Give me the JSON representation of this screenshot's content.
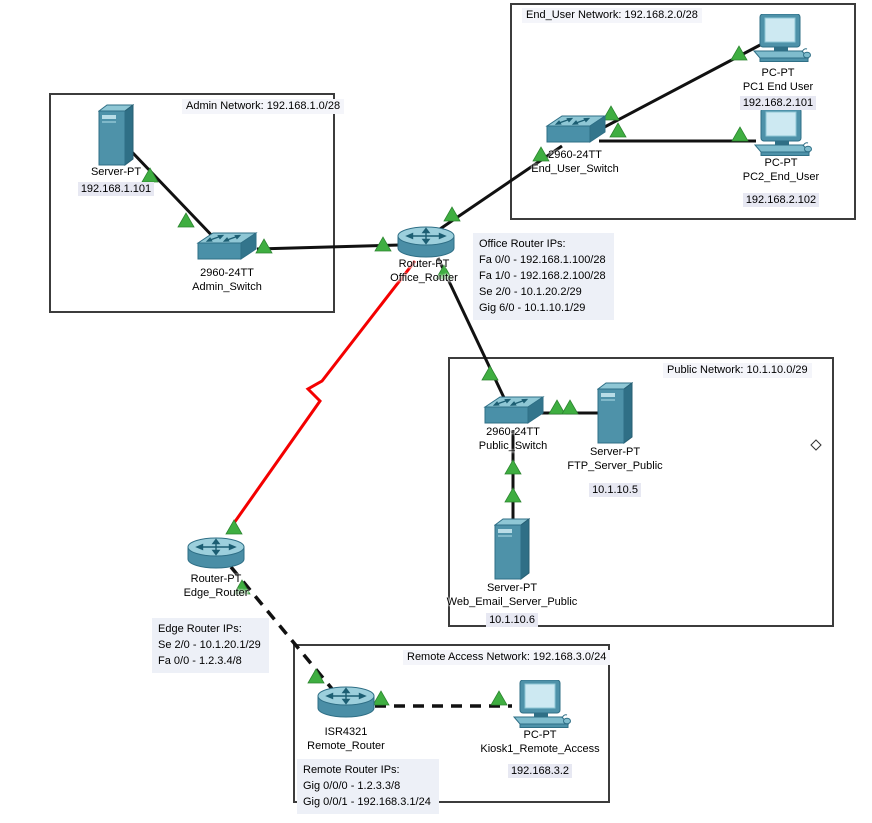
{
  "networks": [
    {
      "id": "admin",
      "label": "Admin Network: 192.168.1.0/28"
    },
    {
      "id": "end-user",
      "label": "End_User Network: 192.168.2.0/28"
    },
    {
      "id": "public",
      "label": "Public Network: 10.1.10.0/29"
    },
    {
      "id": "remote",
      "label": "Remote Access Network: 192.168.3.0/24"
    }
  ],
  "devices": [
    {
      "id": "admin-server",
      "type": "server",
      "model": "Server-PT",
      "ip": "192.168.1.101"
    },
    {
      "id": "admin-switch",
      "type": "switch",
      "model": "2960-24TT",
      "name": "Admin_Switch"
    },
    {
      "id": "office-router",
      "type": "router",
      "model": "Router-PT",
      "name": "Office_Router"
    },
    {
      "id": "end-user-switch",
      "type": "switch",
      "model": "2960-24TT",
      "name": "End_User_Switch"
    },
    {
      "id": "pc1",
      "type": "pc",
      "model": "PC-PT",
      "name": "PC1 End User",
      "ip": "192.168.2.101"
    },
    {
      "id": "pc2",
      "type": "pc",
      "model": "PC-PT",
      "name": "PC2_End_User",
      "ip": "192.168.2.102"
    },
    {
      "id": "public-switch",
      "type": "switch",
      "model": "2960-24TT",
      "name": "Public_Switch"
    },
    {
      "id": "ftp-server",
      "type": "server",
      "model": "Server-PT",
      "name": "FTP_Server_Public",
      "ip": "10.1.10.5"
    },
    {
      "id": "web-server",
      "type": "server",
      "model": "Server-PT",
      "name": "Web_Email_Server_Public",
      "ip": "10.1.10.6"
    },
    {
      "id": "edge-router",
      "type": "router",
      "model": "Router-PT",
      "name": "Edge_Router"
    },
    {
      "id": "remote-router",
      "type": "router",
      "model": "ISR4321",
      "name": "Remote_Router"
    },
    {
      "id": "kiosk",
      "type": "pc",
      "model": "PC-PT",
      "name": "Kiosk1_Remote_Access",
      "ip": "192.168.3.2"
    }
  ],
  "ip_blocks": [
    {
      "title": "Office Router IPs:",
      "lines": [
        "Fa 0/0 - 192.168.1.100/28",
        "Fa 1/0 - 192.168.2.100/28",
        "Se 2/0 - 10.1.20.2/29",
        "Gig 6/0 - 10.1.10.1/29"
      ]
    },
    {
      "title": "Edge Router IPs:",
      "lines": [
        "Se 2/0 - 10.1.20.1/29",
        "Fa 0/0 - 1.2.3.4/8"
      ]
    },
    {
      "title": "Remote Router IPs:",
      "lines": [
        "Gig 0/0/0 - 1.2.3.3/8",
        "Gig 0/0/1 - 192.168.3.1/24"
      ]
    }
  ],
  "links": [
    {
      "from": "admin-server",
      "to": "admin-switch",
      "style": "solid"
    },
    {
      "from": "admin-switch",
      "to": "office-router",
      "style": "solid"
    },
    {
      "from": "office-router",
      "to": "end-user-switch",
      "style": "solid"
    },
    {
      "from": "end-user-switch",
      "to": "pc1",
      "style": "solid"
    },
    {
      "from": "end-user-switch",
      "to": "pc2",
      "style": "solid"
    },
    {
      "from": "office-router",
      "to": "public-switch",
      "style": "solid"
    },
    {
      "from": "office-router",
      "to": "edge-router",
      "style": "serial-red"
    },
    {
      "from": "edge-router",
      "to": "remote-router",
      "style": "dashed"
    },
    {
      "from": "remote-router",
      "to": "kiosk",
      "style": "dashed"
    },
    {
      "from": "public-switch",
      "to": "ftp-server",
      "style": "solid"
    },
    {
      "from": "public-switch",
      "to": "web-server",
      "style": "solid"
    }
  ],
  "icons": {
    "server": "server-tower-icon",
    "switch": "network-switch-icon",
    "router": "router-cylinder-icon",
    "pc": "desktop-pc-icon",
    "link_status": "green-triangle-status-icon"
  },
  "colors": {
    "device_teal": "#4e92a9",
    "device_teal_light": "#8fc7d5",
    "device_teal_dark": "#2f6f86",
    "link_black": "#111111",
    "link_serial_red": "#f40000",
    "status_green": "#3fae41",
    "label_highlight": "#e7e8f2",
    "note_bg": "#edf0f7",
    "box_border": "#3c3c3c"
  }
}
